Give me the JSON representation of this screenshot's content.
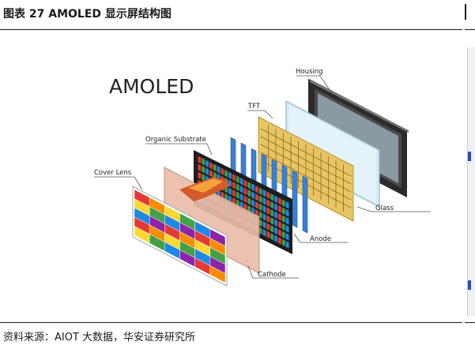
{
  "figure": {
    "title": "图表 27 AMOLED 显示屏结构图",
    "source": "资料来源：AIOT 大数据，华安证券研究所"
  },
  "diagram": {
    "heading": "AMOLED",
    "labels": {
      "housing": "Housing",
      "tft": "TFT",
      "organic_substrate": "Organic Substrate",
      "cover_lens": "Cover Lens",
      "glass": "Glass",
      "anode": "Anode",
      "cathode": "Cathode"
    }
  },
  "colors": {
    "housing_frame": "#3a3a3a",
    "glass": "#d9eef7",
    "tft": "#e8c96a",
    "organic_frame": "#2a2a2a",
    "anode_bars": "#3b7fd1",
    "cathode": "#e6b9a6",
    "cover_lens_palette": [
      "#e53935",
      "#fb8c00",
      "#fdd835",
      "#43a047",
      "#1e88e5",
      "#8e24aa"
    ]
  }
}
